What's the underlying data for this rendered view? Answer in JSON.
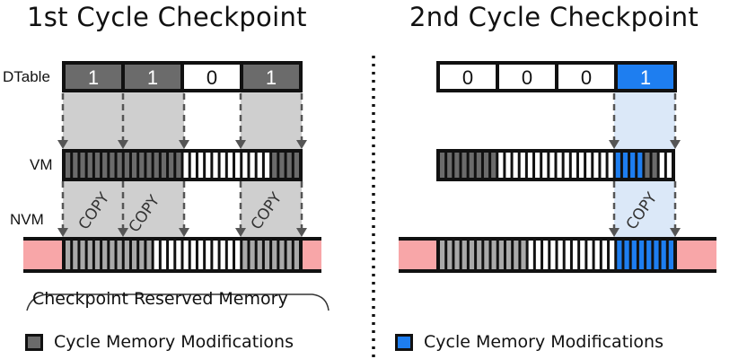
{
  "colors": {
    "modified_gray": "#6b6b6b",
    "modified_blue": "#1e7ef0",
    "cell_white": "#ffffff",
    "cell_light_gray": "#a9a9a9",
    "reserved_pink": "#f8a6a8",
    "copy_band_gray": "#cfcfcf",
    "copy_band_blue": "#dbe8f8",
    "arrow_dash": "#555555"
  },
  "left_panel": {
    "title": "1st Cycle Checkpoint",
    "dtable_label": "DTable",
    "vm_label": "VM",
    "nvm_label": "NVM",
    "dtable_values": [
      "1",
      "1",
      "0",
      "1"
    ],
    "vm_cells": [
      "M",
      "M",
      "M",
      "M",
      "M",
      "M",
      "M",
      "M",
      "M",
      "M",
      "M",
      "M",
      "M",
      "M",
      "M",
      "M",
      "W",
      "W",
      "W",
      "W",
      "W",
      "W",
      "W",
      "W",
      "W",
      "W",
      "W",
      "W",
      "M",
      "M",
      "M",
      "M"
    ],
    "nvm_cells": [
      "L",
      "L",
      "L",
      "L",
      "L",
      "L",
      "L",
      "L",
      "L",
      "L",
      "L",
      "L",
      "W",
      "W",
      "W",
      "W",
      "W",
      "W",
      "W",
      "W",
      "W",
      "W",
      "W",
      "W",
      "L",
      "L",
      "L",
      "L",
      "L",
      "L",
      "L",
      "L"
    ],
    "copy_labels": [
      "COPY",
      "COPY",
      "COPY"
    ],
    "reserved_memory_label": "Checkpoint Reserved Memory",
    "legend_text": "Cycle Memory Modifications",
    "legend_icon": "gray-square-icon"
  },
  "right_panel": {
    "title": "2nd Cycle Checkpoint",
    "dtable_values": [
      "0",
      "0",
      "0",
      "1"
    ],
    "vm_cells": [
      "M",
      "M",
      "M",
      "M",
      "M",
      "M",
      "M",
      "M",
      "W",
      "W",
      "W",
      "W",
      "W",
      "W",
      "W",
      "W",
      "W",
      "W",
      "W",
      "W",
      "W",
      "W",
      "W",
      "W",
      "B",
      "B",
      "B",
      "B",
      "M",
      "M",
      "W",
      "W"
    ],
    "nvm_cells": [
      "L",
      "L",
      "L",
      "L",
      "L",
      "L",
      "L",
      "L",
      "L",
      "L",
      "L",
      "L",
      "W",
      "W",
      "W",
      "W",
      "W",
      "W",
      "W",
      "W",
      "W",
      "W",
      "W",
      "W",
      "B",
      "B",
      "B",
      "B",
      "B",
      "B",
      "B",
      "B"
    ],
    "copy_labels": [
      "COPY"
    ],
    "legend_text": "Cycle Memory Modifications",
    "legend_icon": "blue-square-icon"
  }
}
